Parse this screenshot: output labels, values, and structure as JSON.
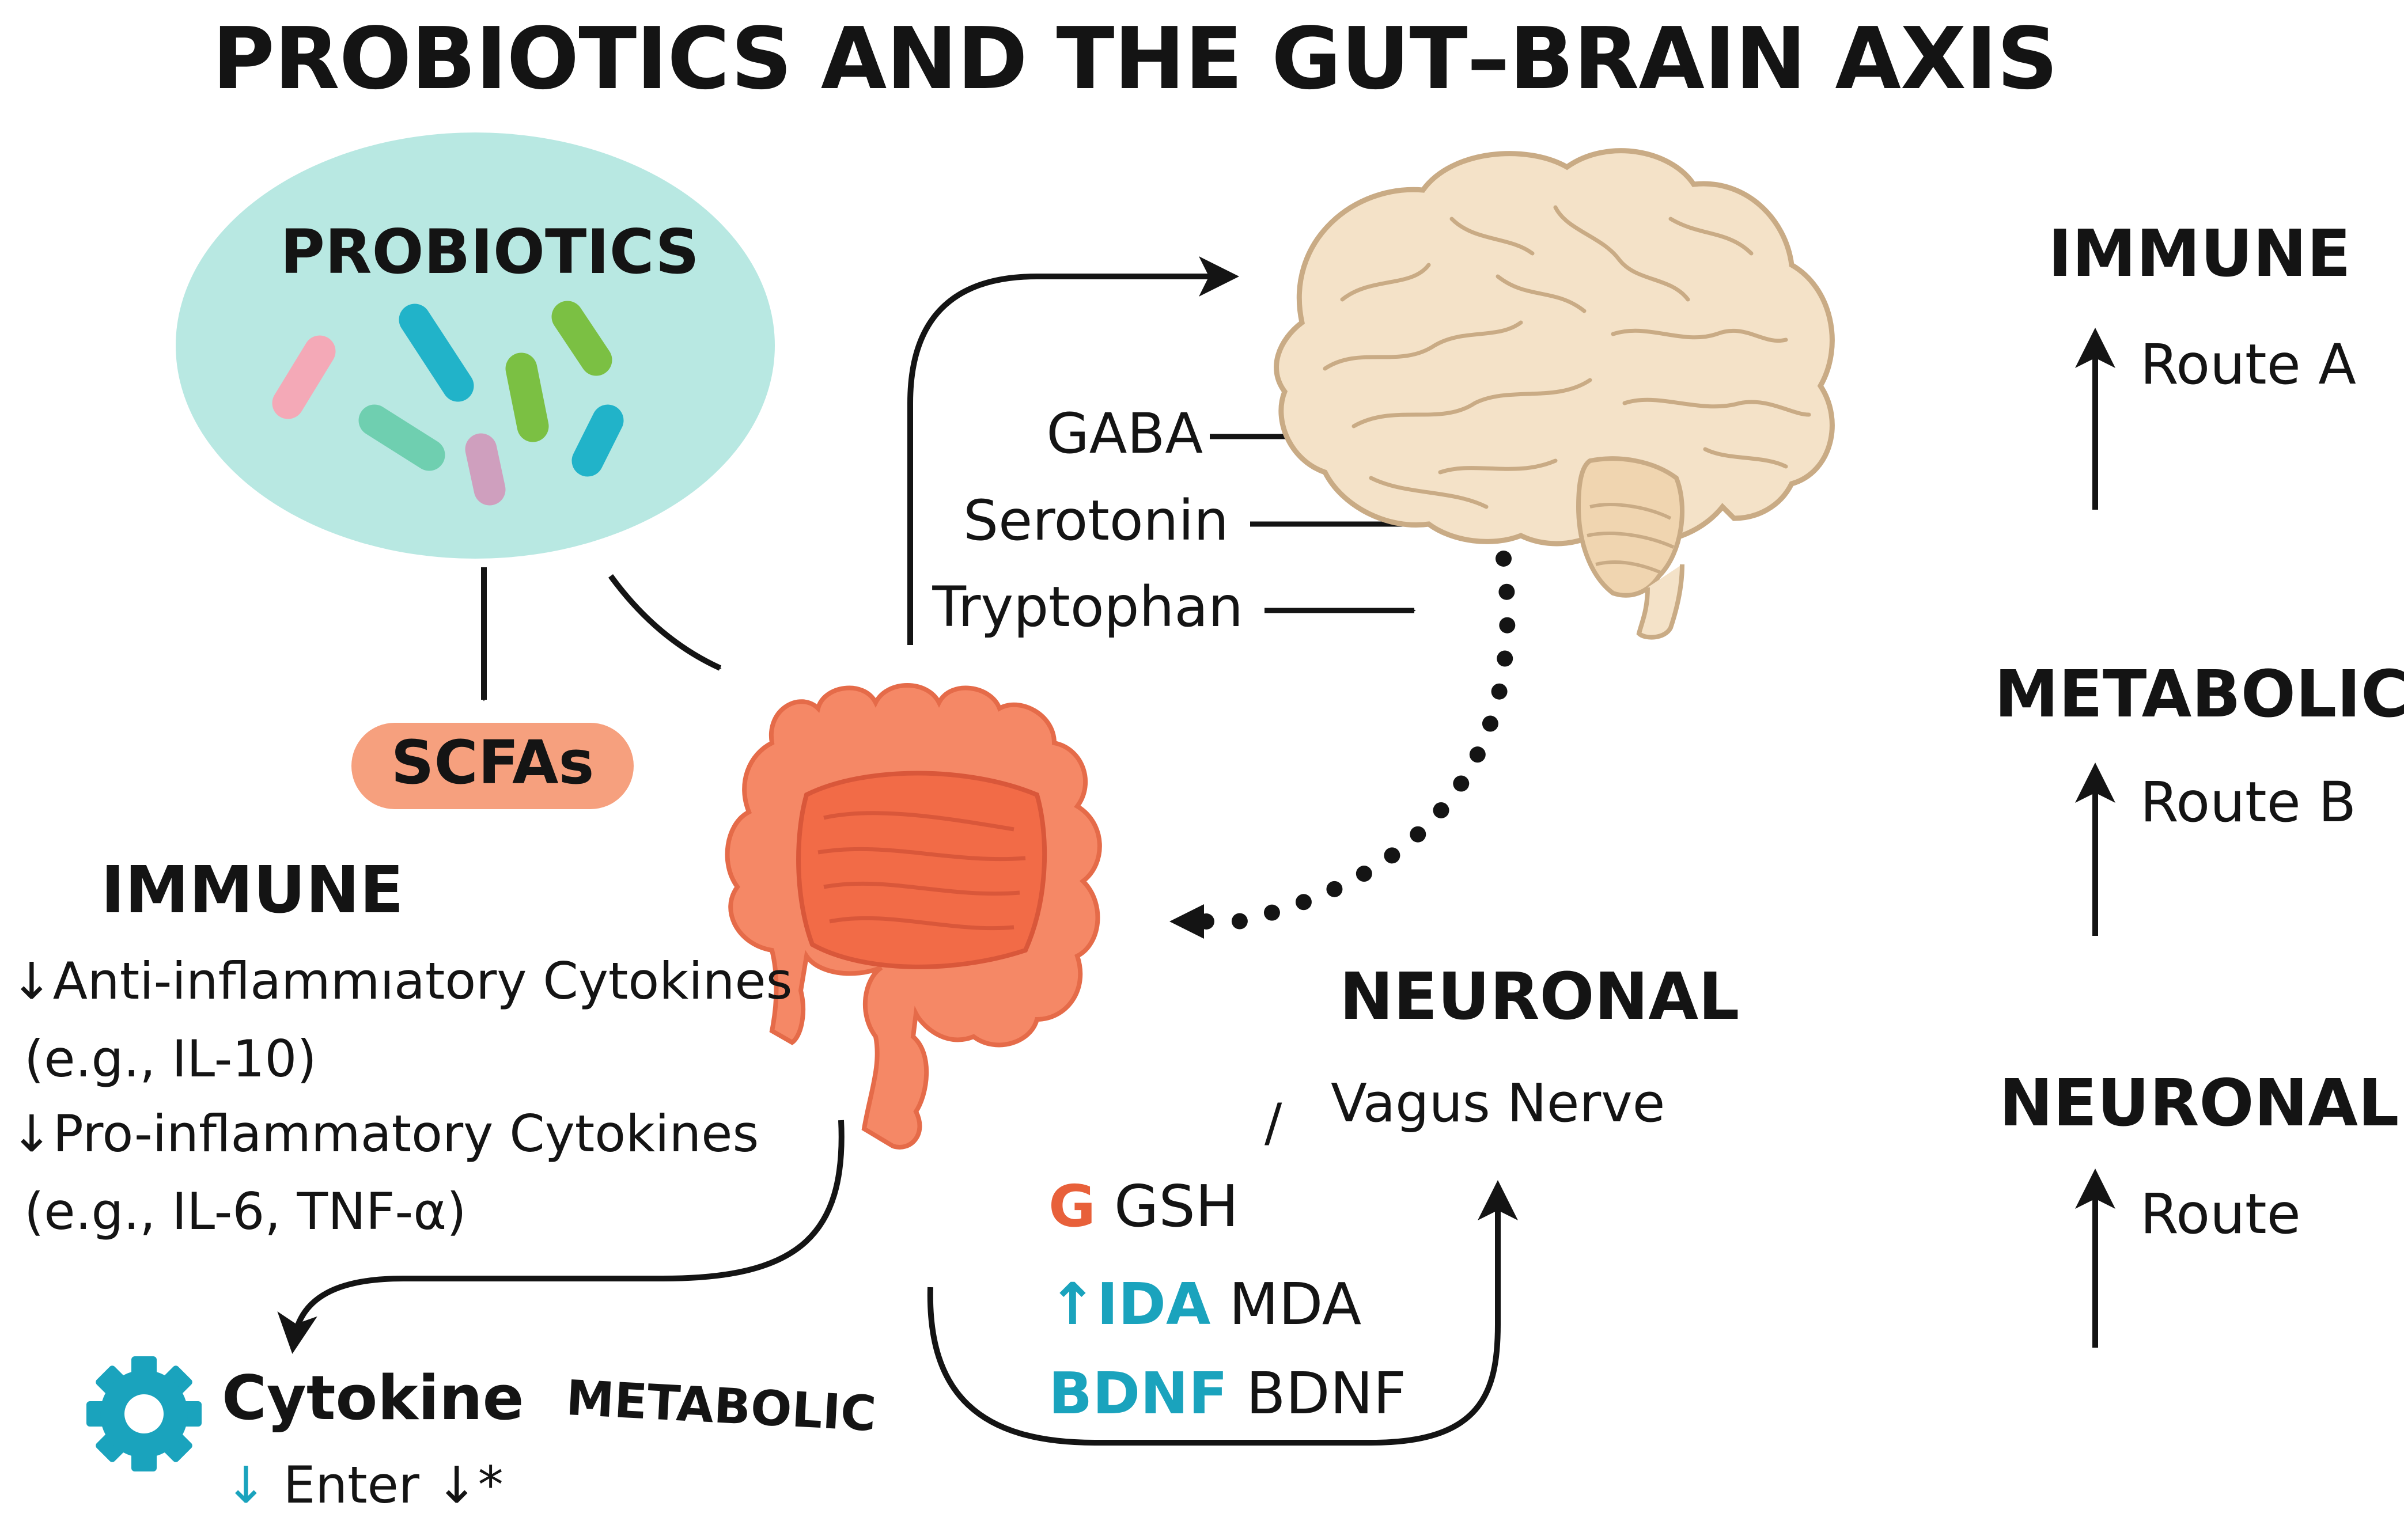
{
  "title": "PROBIOTICS AND THE GUT–BRAIN AXIS",
  "probiotics": {
    "label": "PROBIOTICS"
  },
  "scfas": {
    "label": "SCFAs"
  },
  "neurotransmitters": [
    "GABA",
    "Serotonin",
    "Tryptophan"
  ],
  "immune_left": {
    "heading": "IMMUNE",
    "items": [
      {
        "arrow": "↓",
        "text": "Anti-inflammıatory Cytokines",
        "example": "(e.g., IL-10)"
      },
      {
        "arrow": "↓",
        "text": "Pro-inflammatory Cytokines",
        "example": "(e.g., IL-6, TNF-α)"
      }
    ]
  },
  "cytokine": {
    "label": "Cytokine",
    "arrow": "↓",
    "sub": "Enter",
    "sub_end": "↓*"
  },
  "metabolic_bottom": "METABOLIC",
  "neuronal_center": {
    "heading": "NEURONAL",
    "nerve": "Vagus Nerve",
    "tick": "/"
  },
  "markers": [
    {
      "prefix": "G",
      "prefix_color": "#e8603a",
      "label": "GSH"
    },
    {
      "prefix": "↑IDA",
      "prefix_color": "#1aa3bd",
      "label": "MDA"
    },
    {
      "prefix": "BDNF",
      "prefix_color": "#1aa3bd",
      "label": "BDNF"
    }
  ],
  "routes": [
    {
      "heading": "IMMUNE",
      "label": "Route A",
      "arrow": "↑"
    },
    {
      "heading": "METABOLIC",
      "label": "Route B",
      "arrow": "↑"
    },
    {
      "heading": "NEURONAL",
      "label": "Route",
      "arrow": "↑"
    }
  ],
  "colors": {
    "probiotic_bubble": "#b8e8e2",
    "scfa_pill": "#f6a07e",
    "gut": "#f58866",
    "brain": "#f4e2c8",
    "accent_teal": "#1aa3bd",
    "accent_orange": "#e8603a"
  }
}
